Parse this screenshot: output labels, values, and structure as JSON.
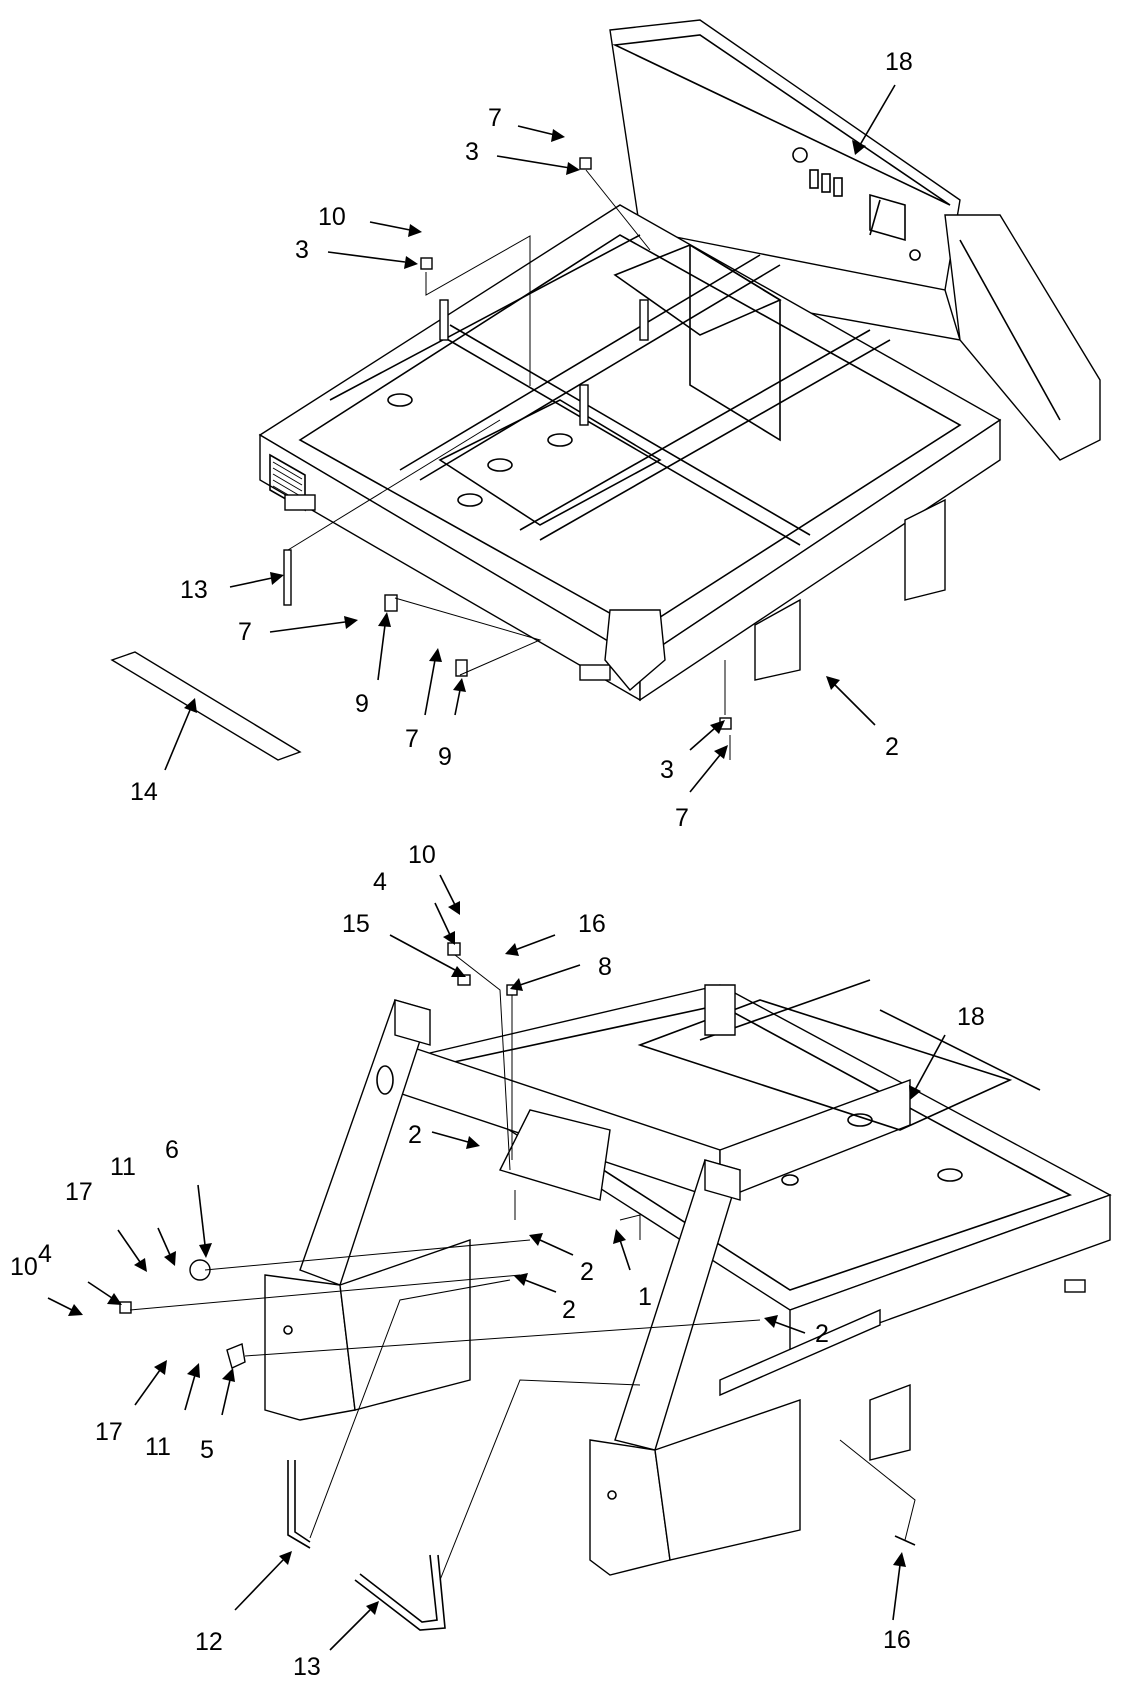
{
  "callouts": [
    {
      "id": "c1",
      "text": "18"
    },
    {
      "id": "c2",
      "text": "7"
    },
    {
      "id": "c3",
      "text": "3"
    },
    {
      "id": "c4",
      "text": "10"
    },
    {
      "id": "c5",
      "text": "3"
    },
    {
      "id": "c6",
      "text": "13"
    },
    {
      "id": "c7",
      "text": "7"
    },
    {
      "id": "c8",
      "text": "9"
    },
    {
      "id": "c9",
      "text": "7"
    },
    {
      "id": "c10",
      "text": "9"
    },
    {
      "id": "c11",
      "text": "14"
    },
    {
      "id": "c12",
      "text": "3"
    },
    {
      "id": "c13",
      "text": "7"
    },
    {
      "id": "c14",
      "text": "2"
    },
    {
      "id": "c15",
      "text": "10"
    },
    {
      "id": "c16",
      "text": "4"
    },
    {
      "id": "c17",
      "text": "15"
    },
    {
      "id": "c18",
      "text": "16"
    },
    {
      "id": "c19",
      "text": "8"
    },
    {
      "id": "c20",
      "text": "18"
    },
    {
      "id": "c21",
      "text": "2"
    },
    {
      "id": "c22",
      "text": "6"
    },
    {
      "id": "c23",
      "text": "11"
    },
    {
      "id": "c24",
      "text": "17"
    },
    {
      "id": "c25",
      "text": "4"
    },
    {
      "id": "c26",
      "text": "10"
    },
    {
      "id": "c27",
      "text": "2"
    },
    {
      "id": "c28",
      "text": "2"
    },
    {
      "id": "c29",
      "text": "1"
    },
    {
      "id": "c30",
      "text": "2"
    },
    {
      "id": "c31",
      "text": "17"
    },
    {
      "id": "c32",
      "text": "11"
    },
    {
      "id": "c33",
      "text": "5"
    },
    {
      "id": "c34",
      "text": "12"
    },
    {
      "id": "c35",
      "text": "13"
    },
    {
      "id": "c36",
      "text": "16"
    }
  ]
}
